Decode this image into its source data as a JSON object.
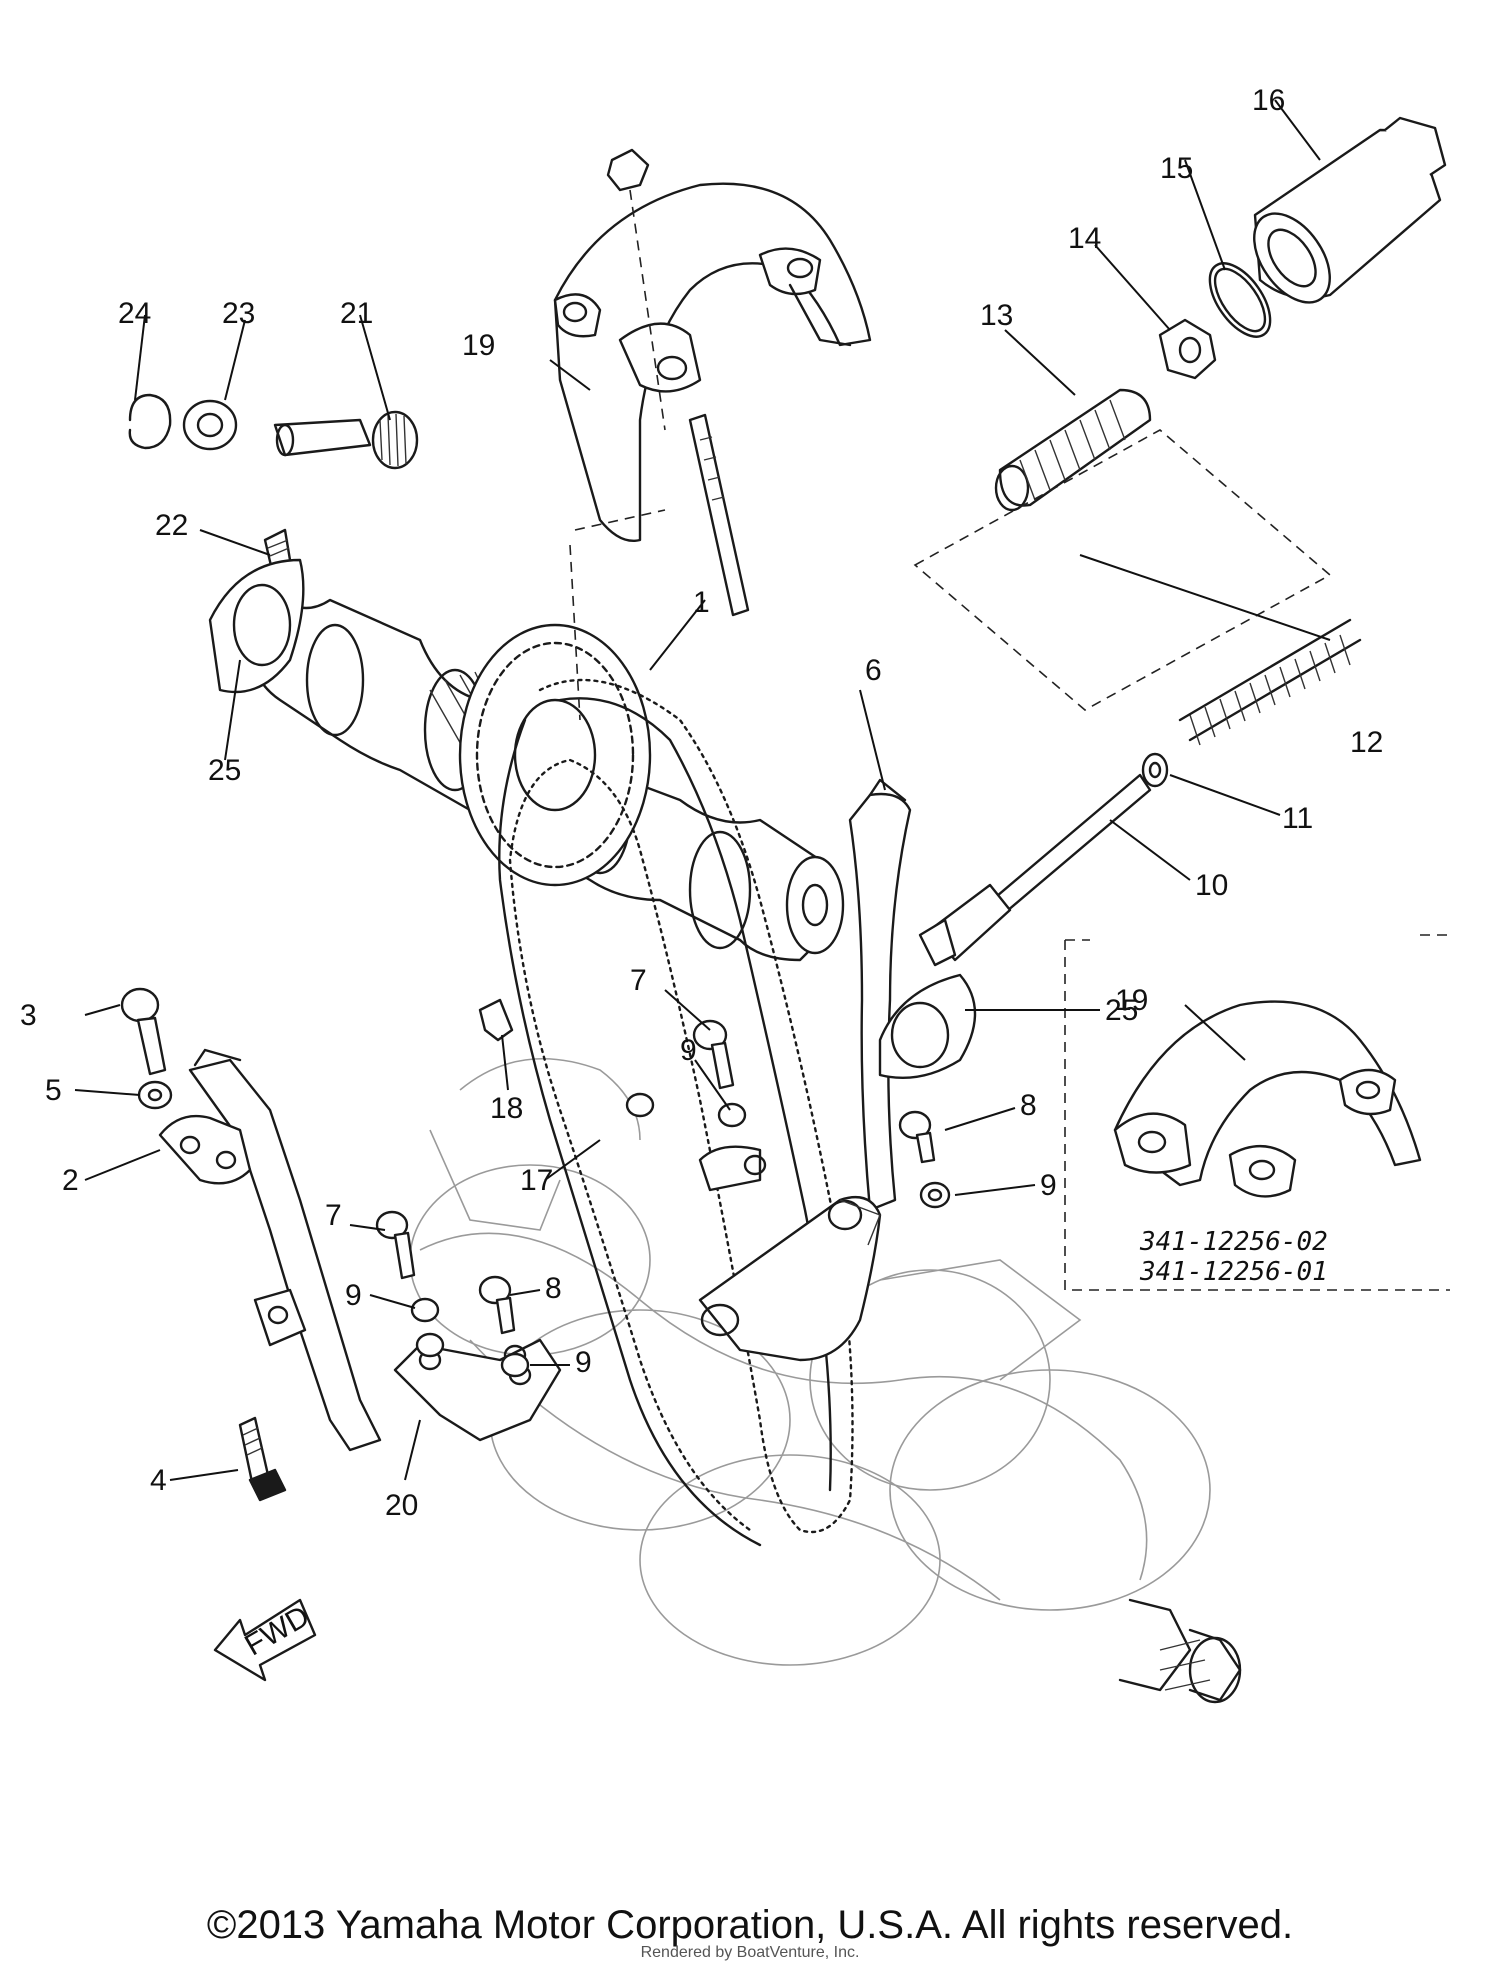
{
  "callouts": {
    "c1": "1",
    "c2": "2",
    "c3": "3",
    "c4": "4",
    "c5": "5",
    "c6": "6",
    "c7a": "7",
    "c7b": "7",
    "c8a": "8",
    "c8b": "8",
    "c9a": "9",
    "c9b": "9",
    "c9c": "9",
    "c9d": "9",
    "c10": "10",
    "c11": "11",
    "c12": "12",
    "c13": "13",
    "c14": "14",
    "c15": "15",
    "c16": "16",
    "c17": "17",
    "c18": "18",
    "c19a": "19",
    "c19b": "19",
    "c20": "20",
    "c21": "21",
    "c22": "22",
    "c23": "23",
    "c24": "24",
    "c25a": "25",
    "c25b": "25"
  },
  "inset": {
    "part_number_1": "341-12256-02",
    "part_number_2": "341-12256-01"
  },
  "fwd_label": "FWD",
  "copyright": "©2013 Yamaha Motor Corporation, U.S.A. All rights reserved.",
  "watermark": "Rendered by BoatVenture, Inc."
}
